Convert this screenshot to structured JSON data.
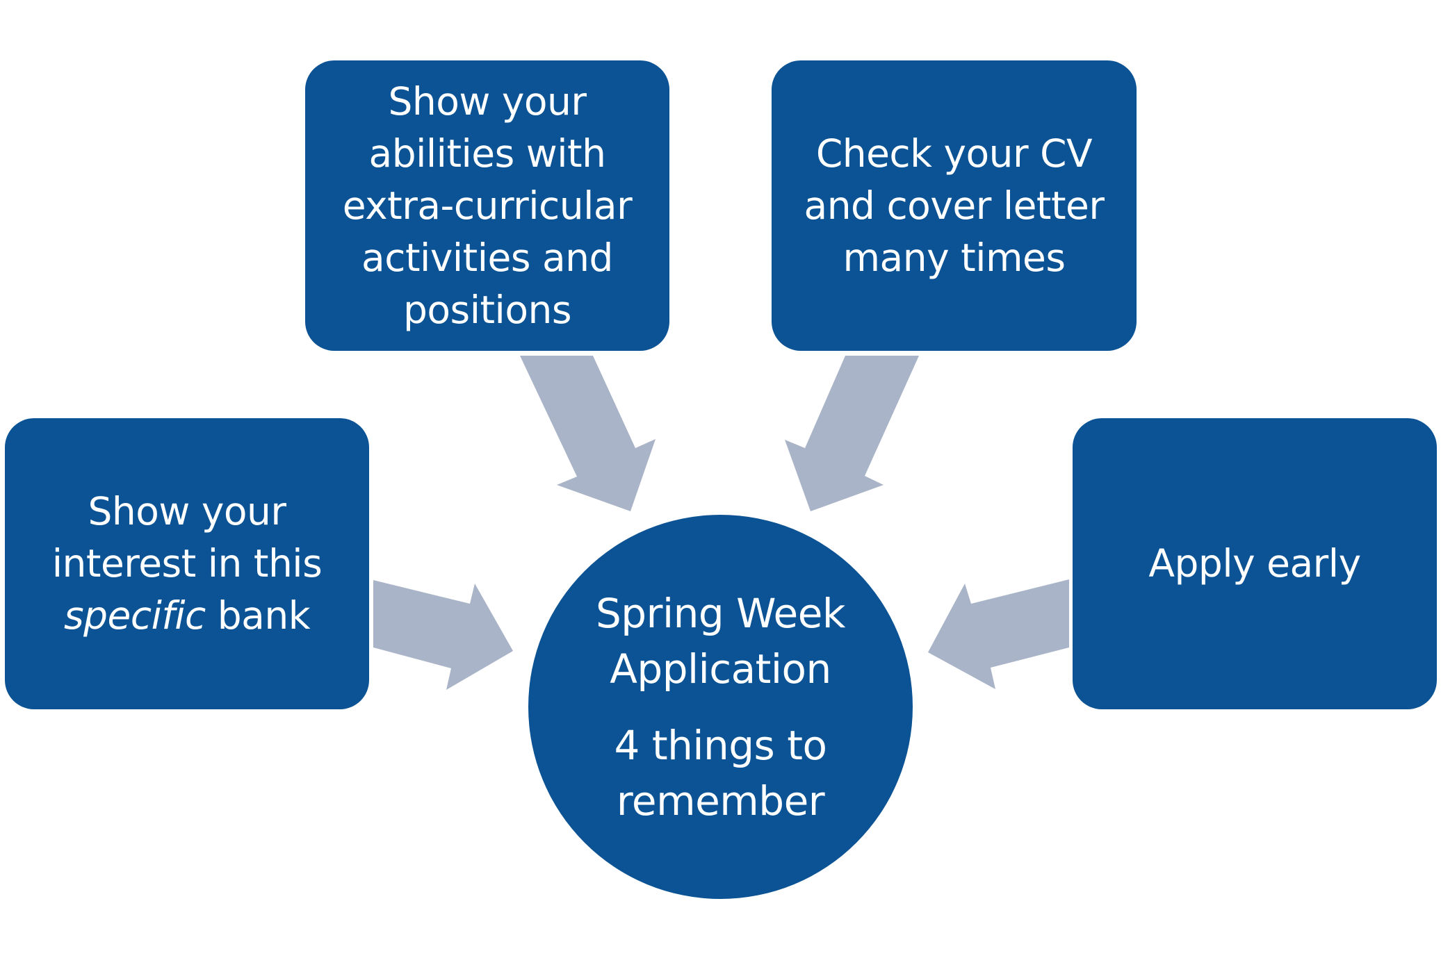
{
  "diagram": {
    "colors": {
      "node_fill": "#0b5394",
      "arrow_fill": "#aab4c8",
      "text": "#ffffff",
      "background": "#ffffff"
    },
    "center": {
      "title_lines": [
        "Spring Week",
        "Application"
      ],
      "subtitle_lines": [
        "4 things to",
        "remember"
      ]
    },
    "nodes": [
      {
        "id": "interest",
        "lines": [
          "Show your",
          "interest in this"
        ],
        "last_line_italic": "specific",
        "last_line_rest": " bank"
      },
      {
        "id": "abilities",
        "lines": [
          "Show your",
          "abilities with",
          "extra-curricular",
          "activities and",
          "positions"
        ]
      },
      {
        "id": "cv",
        "lines": [
          "Check your CV",
          "and cover letter",
          "many times"
        ]
      },
      {
        "id": "apply",
        "lines": [
          "Apply early"
        ]
      }
    ],
    "edges": [
      {
        "from": "interest",
        "to": "center"
      },
      {
        "from": "abilities",
        "to": "center"
      },
      {
        "from": "cv",
        "to": "center"
      },
      {
        "from": "apply",
        "to": "center"
      }
    ]
  }
}
